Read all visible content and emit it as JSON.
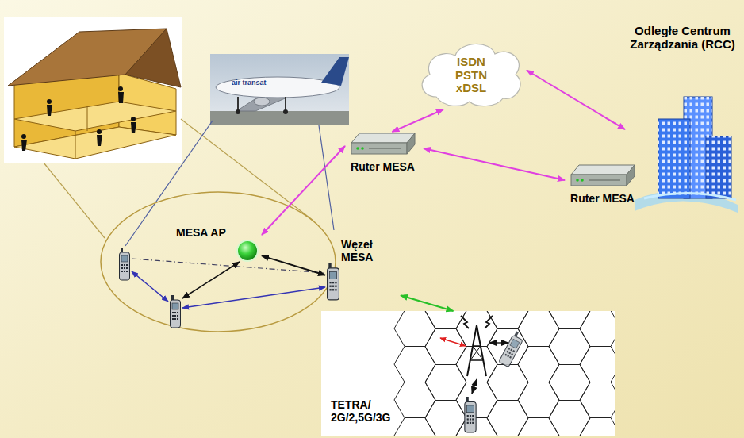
{
  "diagram": {
    "nodes": [
      {
        "text": [
          "Odległe Centrum Zarządzania (RCC)"
        ]
      },
      {
        "text": [
          "ISDN PSTN xDSL"
        ]
      },
      {
        "text": [
          "Ruter MESA"
        ]
      },
      {
        "text": [
          "Ruter MESA"
        ]
      },
      {
        "text": [
          "MESA AP"
        ]
      },
      {
        "text": [
          "Węzeł MESA"
        ]
      },
      {
        "text": [
          "TETRA/ 2G/2,5G/3G"
        ]
      }
    ],
    "edges": [
      {
        "from": 1,
        "to": 0,
        "arrow": "both"
      },
      {
        "from": 2,
        "to": 1,
        "arrow": "both"
      },
      {
        "from": 2,
        "to": 3,
        "arrow": "both"
      },
      {
        "from": 4,
        "to": 2,
        "arrow": "both"
      },
      {
        "from": 4,
        "to": 5,
        "arrow": "both"
      },
      {
        "from": 5,
        "to": 6,
        "arrow": "both"
      }
    ],
    "labels": [
      "air transat"
    ]
  }
}
